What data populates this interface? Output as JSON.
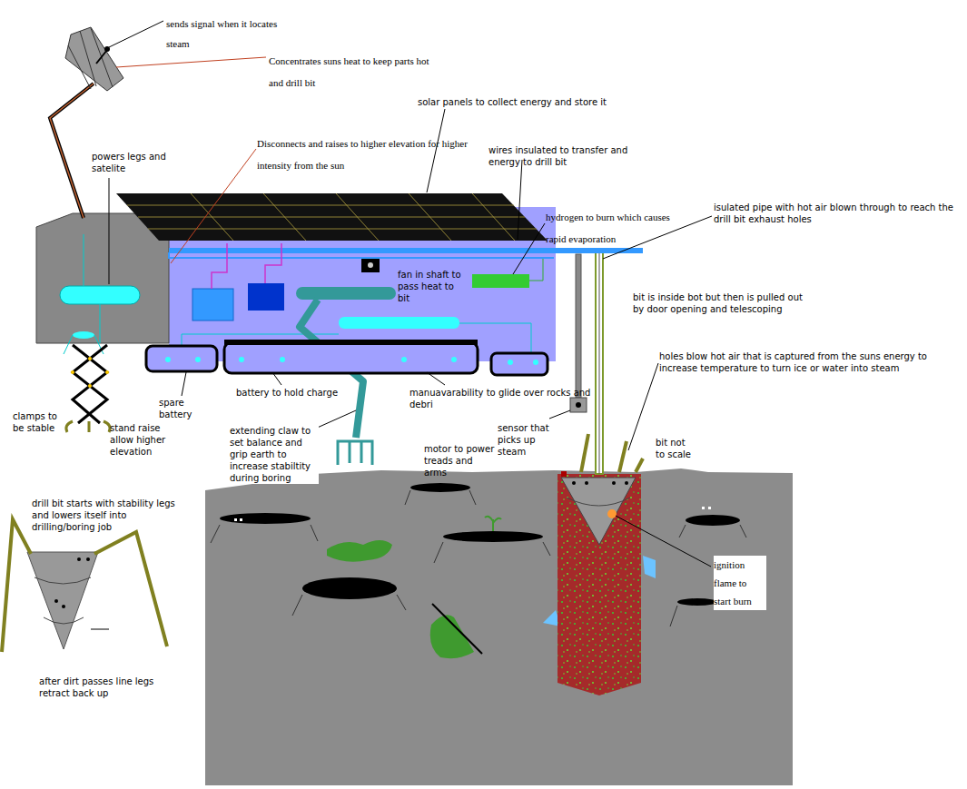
{
  "diagram": {
    "labels": [
      "sends signal when it locates steam",
      "Concentrates suns heat to keep parts hot and drill bit",
      "solar panels to collect energy and store it",
      "powers legs and satelite",
      "Disconnects and raises to higher elevation for higher intensity from the sun",
      "wires insulated to transfer and energy to drill bit",
      "hydrogen to burn which causes rapid evaporation",
      "isulated pipe with hot air blown through to reach the drill bit exhaust holes",
      "fan in shaft to pass heat to bit",
      "bit is inside bot but then is pulled out by door opening and telescoping",
      "holes blow hot air that is captured from the suns energy to increase temperature to turn ice or water into steam",
      "clamps to be stable",
      "spare battery",
      "stand raise allow higher elevation",
      "battery to hold charge",
      "manuavarability to glide over rocks and debri",
      "extending claw to set balance and grip earth to increase stabiltity during boring",
      "motor to power treads and arms",
      "sensor that picks up steam",
      "bit not to scale",
      "ignition flame to start burn",
      "drill bit starts with stability legs and lowers itself into drilling/boring job",
      "after dirt passes line legs retract back up"
    ]
  }
}
